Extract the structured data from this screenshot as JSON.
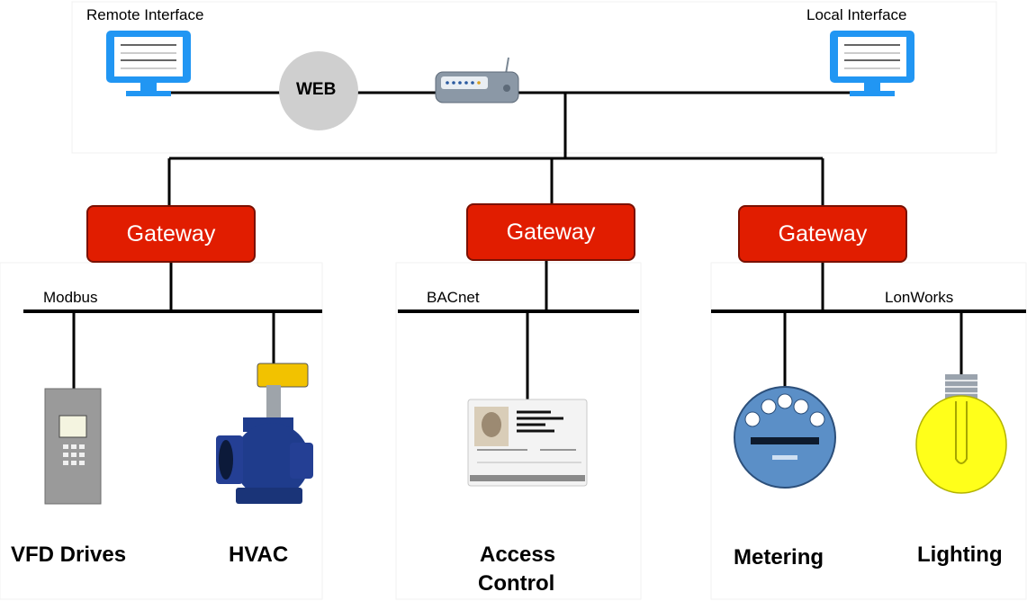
{
  "top": {
    "remote_label": "Remote Interface",
    "local_label": "Local Interface",
    "web_label": "WEB"
  },
  "gateways": [
    {
      "label": "Gateway",
      "protocol": "Modbus"
    },
    {
      "label": "Gateway",
      "protocol": "BACnet"
    },
    {
      "label": "Gateway",
      "protocol": "LonWorks"
    }
  ],
  "devices": {
    "vfd": "VFD Drives",
    "hvac": "HVAC",
    "access_line1": "Access",
    "access_line2": "Control",
    "metering": "Metering",
    "lighting": "Lighting"
  },
  "colors": {
    "gateway_fill": "#e11d00",
    "monitor": "#2196f3",
    "web_cloud": "#cfcfcf",
    "valve": "#1f3c8c",
    "meter": "#5b8fc7",
    "bulb": "#ffff1a"
  }
}
